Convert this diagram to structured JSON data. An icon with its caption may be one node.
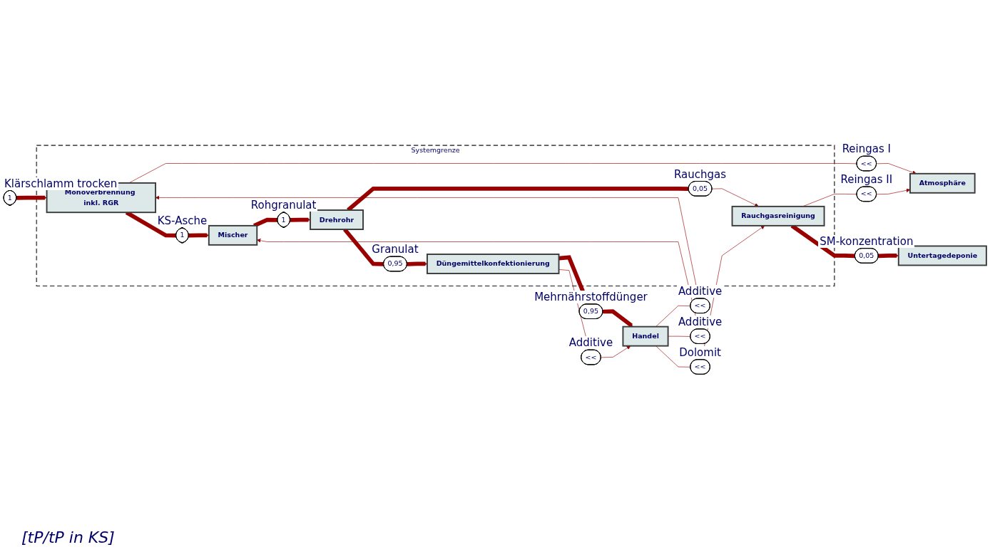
{
  "diagram": {
    "nodes": [
      {
        "text": [
          "Atmosphäre"
        ]
      },
      {
        "text": [
          "Systemgrenze"
        ]
      },
      {
        "text": [
          "<<"
        ],
        "beside": [
          "Reingas I"
        ]
      },
      {
        "text": [
          "<<"
        ],
        "beside": [
          "Reingas II"
        ]
      },
      {
        "text": [
          "1"
        ],
        "beside": [
          "Klärschlamm trocken"
        ]
      },
      {
        "text": [
          "Monoverbrennung inkl. RGR"
        ],
        "in": 1
      },
      {
        "text": [
          "1"
        ],
        "beside": [
          "KS-Asche"
        ],
        "in": 1
      },
      {
        "text": [
          "Mischer"
        ],
        "in": 1
      },
      {
        "text": [
          "1"
        ],
        "beside": [
          "Rohgranulat"
        ],
        "in": 1
      },
      {
        "text": [
          "Drehrohr"
        ],
        "in": 1
      },
      {
        "text": [
          "0,05"
        ],
        "beside": [
          "Rauchgas"
        ],
        "in": 1
      },
      {
        "text": [
          "Rauchgasreinigung"
        ],
        "in": 1
      },
      {
        "text": [
          "0,95"
        ],
        "beside": [
          "Granulat"
        ],
        "in": 1
      },
      {
        "text": [
          "Düngemittelkonfektionierung"
        ],
        "in": 1
      },
      {
        "text": [
          "<<"
        ],
        "beside": [
          "Additive"
        ]
      },
      {
        "text": [
          "<<"
        ],
        "beside": [
          "Additive"
        ]
      },
      {
        "text": [
          "0,95"
        ],
        "beside": [
          "Mehrnährstoffdünger"
        ]
      },
      {
        "text": [
          "<<"
        ],
        "beside": [
          "Additive"
        ]
      },
      {
        "text": [
          "<<"
        ],
        "beside": [
          "Dolomit"
        ]
      },
      {
        "text": [
          "0,05"
        ],
        "beside": [
          "SM-konzentration"
        ]
      },
      {
        "text": [
          "Handel"
        ]
      },
      {
        "text": [
          "Untertagedeponie"
        ]
      }
    ],
    "edges": [
      {
        "from": 4,
        "to": 5,
        "arrow": "to",
        "style": "thick"
      },
      {
        "from": 5,
        "to": 6,
        "arrow": "none",
        "style": "thick"
      },
      {
        "from": 6,
        "to": 7,
        "arrow": "to",
        "style": "thick"
      },
      {
        "from": 7,
        "to": 8,
        "arrow": "none",
        "style": "thick"
      },
      {
        "from": 8,
        "to": 9,
        "arrow": "to",
        "style": "thick"
      },
      {
        "from": 9,
        "to": 10,
        "arrow": "none",
        "style": "thick"
      },
      {
        "from": 10,
        "to": 11,
        "arrow": "to"
      },
      {
        "from": 5,
        "to": 2,
        "arrow": "none"
      },
      {
        "from": 2,
        "to": 0,
        "arrow": "to"
      },
      {
        "from": 11,
        "to": 3,
        "arrow": "none"
      },
      {
        "from": 3,
        "to": 0,
        "arrow": "to"
      },
      {
        "from": 9,
        "to": 12,
        "arrow": "none",
        "style": "thick"
      },
      {
        "from": 12,
        "to": 13,
        "arrow": "to",
        "style": "thick"
      },
      {
        "from": 13,
        "to": 16,
        "arrow": "none",
        "style": "thick"
      },
      {
        "from": 16,
        "to": 20,
        "arrow": "to",
        "style": "thick"
      },
      {
        "from": 13,
        "to": 17,
        "arrow": "none"
      },
      {
        "from": 17,
        "to": 20,
        "arrow": "to"
      },
      {
        "from": 20,
        "to": 14,
        "arrow": "none"
      },
      {
        "from": 14,
        "to": 5,
        "arrow": "to"
      },
      {
        "from": 20,
        "to": 15,
        "arrow": "none"
      },
      {
        "from": 15,
        "to": 7,
        "arrow": "to"
      },
      {
        "from": 20,
        "to": 18,
        "arrow": "none"
      },
      {
        "from": 18,
        "to": 11,
        "arrow": "to"
      },
      {
        "from": 11,
        "to": 19,
        "arrow": "none",
        "style": "thick"
      },
      {
        "from": 19,
        "to": 21,
        "arrow": "to",
        "style": "thick"
      }
    ],
    "labels": [
      "[tP/tP in KS]"
    ]
  }
}
